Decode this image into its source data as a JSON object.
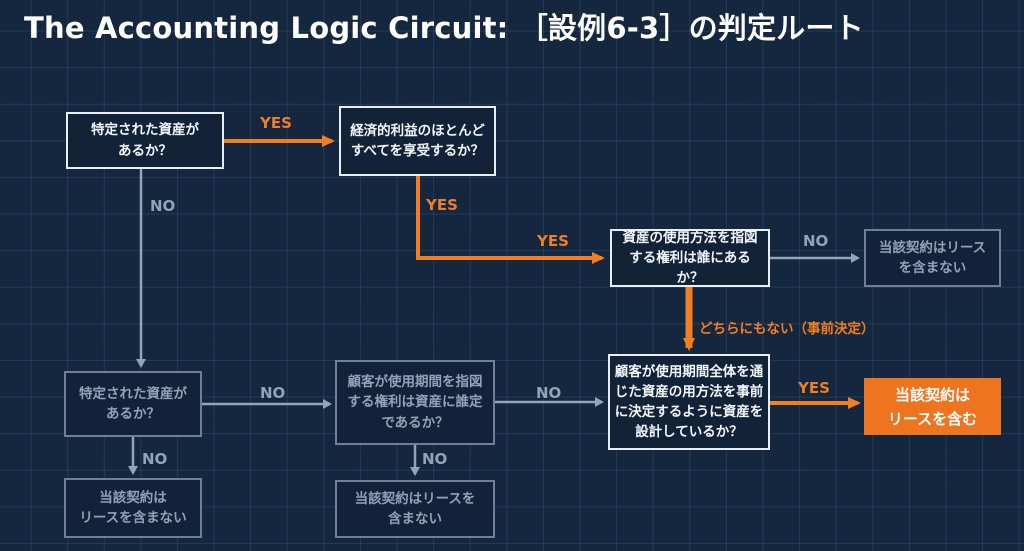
{
  "title": "The Accounting Logic Circuit: ［設例6-3］の判定ルート",
  "colors": {
    "background": "#14273f",
    "grid_line": "#2c4a6b",
    "accent_orange": "#f07e22",
    "inactive_gray": "#93a3b8",
    "active_border": "#e9eef4",
    "text_white": "#ffffff"
  },
  "nodes": {
    "q1": {
      "text": "特定された資産が\nあるか？",
      "state": "active"
    },
    "q2": {
      "text": "経済的利益のほとんど\nすべてを享受するか？",
      "state": "active"
    },
    "q3": {
      "text": "資産の使用方法を指図\nする権利は誰にあるか？",
      "state": "active"
    },
    "r1": {
      "text": "当該契約はリース\nを含まない",
      "state": "faded"
    },
    "q4": {
      "text": "顧客が使用期間全体を通\nじた資産の用方法を事前\nに決定するように資産を\n設計しているか？",
      "state": "active"
    },
    "r2": {
      "text": "当該契約は\nリースを含む",
      "state": "result"
    },
    "q5": {
      "text": "特定された資産が\nあるか？",
      "state": "faded"
    },
    "q6": {
      "text": "顧客が使用期間を指図\nする権利は資産に誰定\nであるか？",
      "state": "faded"
    },
    "r3": {
      "text": "当該契約は\nリースを含まない",
      "state": "faded"
    },
    "r4": {
      "text": "当該契約はリースを\n含まない",
      "state": "faded"
    }
  },
  "edge_labels": {
    "q1_q2_yes": "YES",
    "q2_q3_yes_a": "YES",
    "q2_q3_yes_b": "YES",
    "q3_r1_no": "NO",
    "q3_q4_predetermined": "どちらにもない（事前決定）",
    "q4_r2_yes": "YES",
    "q1_q5_no": "NO",
    "q5_q6_no": "NO",
    "q5_r3_no": "NO",
    "q6_q4_no": "NO",
    "q6_r4_no": "NO"
  }
}
